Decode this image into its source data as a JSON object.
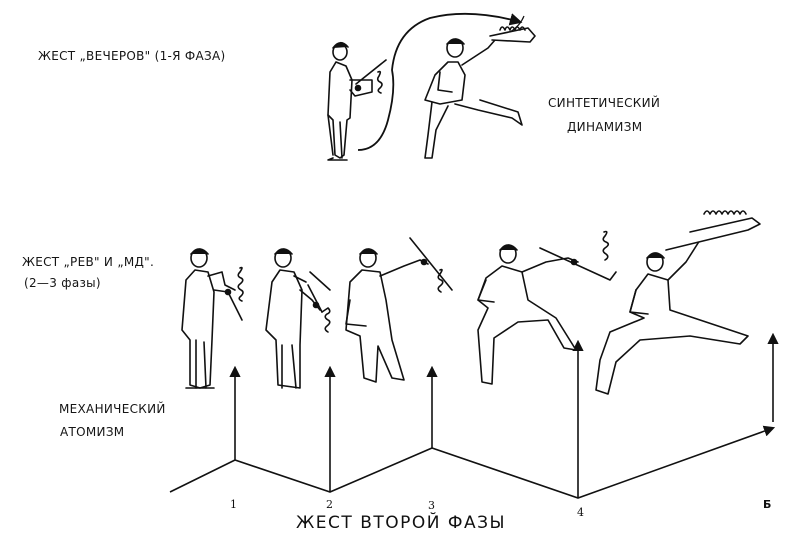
{
  "labels": {
    "top_gesture": "ЖЕСТ „ВЕЧЕРОВ\" (1-Я   ФАЗА)",
    "synthetic_line1": "СИНТЕТИЧЕСКИЙ",
    "synthetic_line2": "ДИНАМИЗМ",
    "rev_line1": "ЖЕСТ „РЕВ\" И „МД\".",
    "rev_line2": "(2—3 фазы)",
    "mech_line1": "МЕХАНИЧЕСКИЙ",
    "mech_line2": "АТОМИЗМ",
    "x_title": "ЖЕСТ ВТОРОЙ ФАЗЫ"
  },
  "ticks": [
    "1",
    "2",
    "3",
    "4",
    "Б"
  ]
}
